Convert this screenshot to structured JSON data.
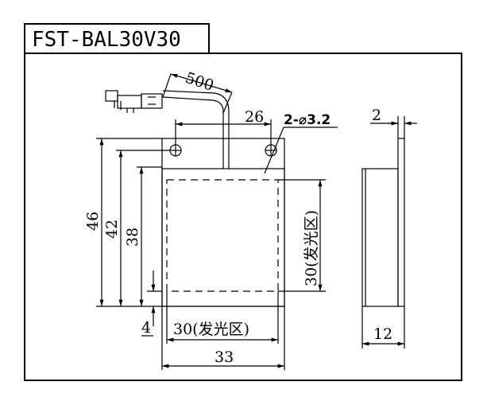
{
  "title": "FST-BAL30V30",
  "dimensions": {
    "cable_length": "500",
    "hole_spacing": "26",
    "hole_spec": "2-⌀3.2",
    "thickness": "2",
    "height_outer": "46",
    "height_holes": "42",
    "height_body": "38",
    "offset": "4",
    "emit_width": "30(发光区)",
    "emit_height": "30(发光区)",
    "width_outer": "33",
    "depth": "12"
  }
}
